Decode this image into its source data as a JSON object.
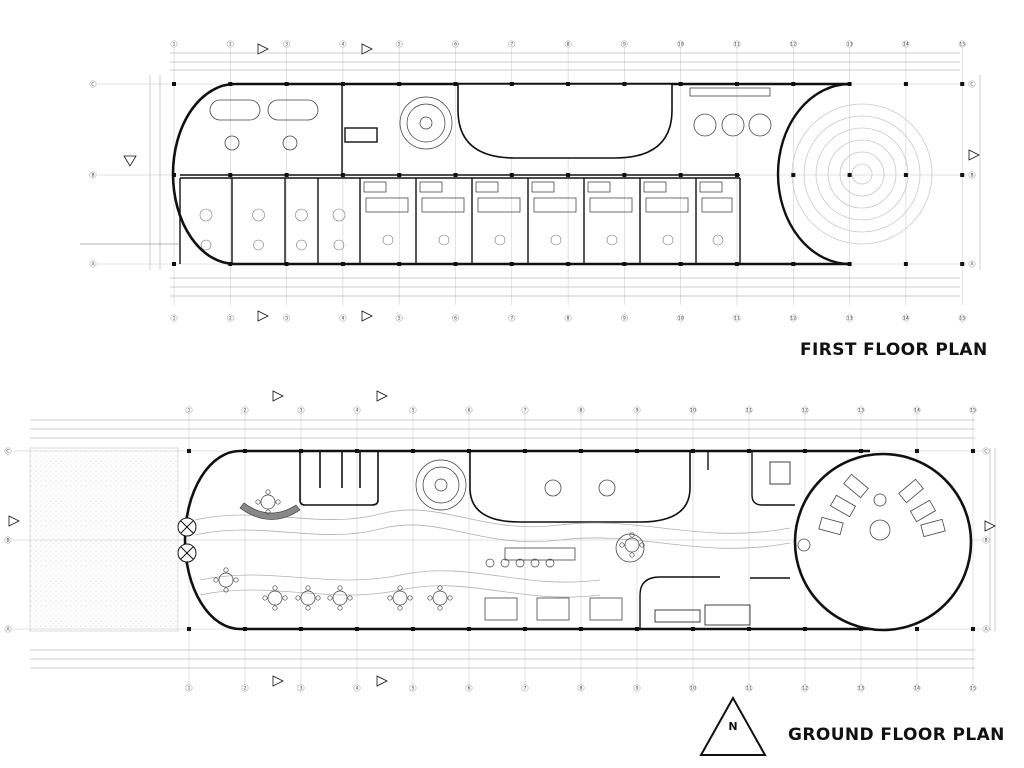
{
  "titles": {
    "first_floor": "FIRST FLOOR PLAN",
    "ground_floor": "GROUND FLOOR PLAN"
  },
  "north_arrow": {
    "label": "N"
  },
  "grid_labels": {
    "columns": [
      "1",
      "2",
      "3",
      "4",
      "5",
      "6",
      "7",
      "8",
      "9",
      "10",
      "11",
      "12",
      "13",
      "14",
      "15"
    ],
    "rows": [
      "A",
      "B",
      "C"
    ]
  },
  "colors": {
    "line": "#111111",
    "thin": "#8a8a8a",
    "faint": "#c8c8c8",
    "hatch": "#bdbdbd"
  }
}
